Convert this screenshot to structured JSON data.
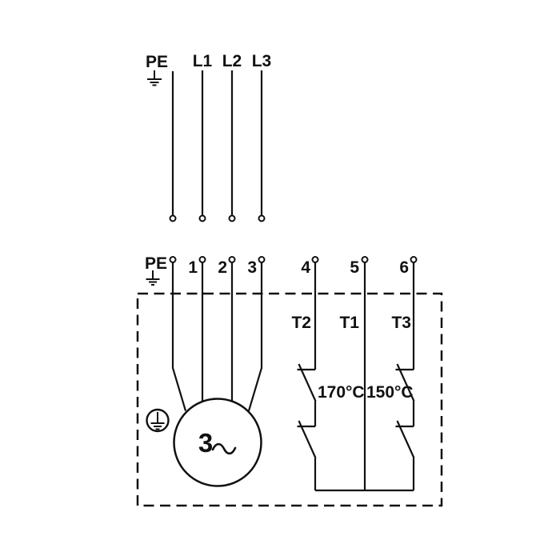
{
  "colors": {
    "line": "#111111",
    "background": "#ffffff"
  },
  "supply": {
    "pe_label": "PE",
    "phases": [
      "L1",
      "L2",
      "L3"
    ]
  },
  "connection_box": {
    "pe_label": "PE",
    "terminals": [
      "1",
      "2",
      "3",
      "4",
      "5",
      "6"
    ],
    "motor_label": "3",
    "sensors": {
      "t2": {
        "label": "T2",
        "temp": "170°C"
      },
      "t1": {
        "label": "T1"
      },
      "t3": {
        "label": "T3",
        "temp": "150°C"
      }
    }
  }
}
